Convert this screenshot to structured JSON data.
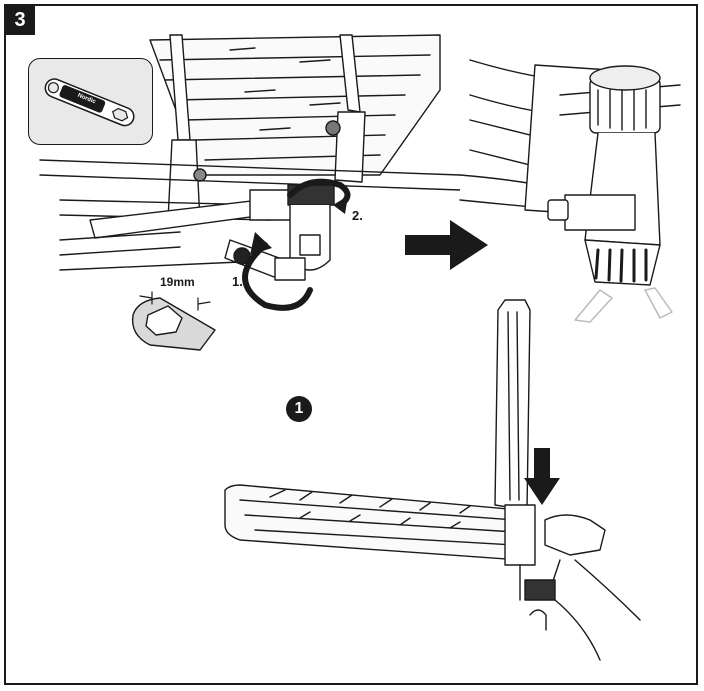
{
  "step": {
    "number": "3"
  },
  "inset": {
    "tool_icon": "wrench-icon",
    "tool_text": "Nordic"
  },
  "labels": {
    "wrench_size": "19mm",
    "action_1": "1.",
    "action_2": "2.",
    "callout_1": "1"
  },
  "icons": {
    "arrow_right": "right-arrow-icon",
    "arrow_down": "down-arrow-icon",
    "rotate": "rotate-arrow-icon"
  }
}
